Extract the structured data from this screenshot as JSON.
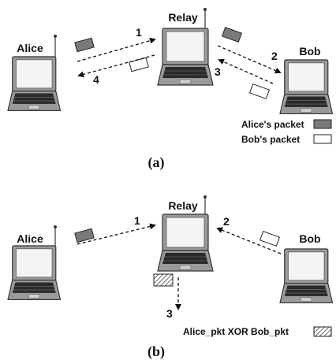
{
  "panel_a": {
    "alice_label": "Alice",
    "relay_label": "Relay",
    "bob_label": "Bob",
    "step1": "1",
    "step2": "2",
    "step3": "3",
    "step4": "4",
    "legend_alice": "Alice's packet",
    "legend_bob": "Bob's packet",
    "caption": "(a)"
  },
  "panel_b": {
    "alice_label": "Alice",
    "relay_label": "Relay",
    "bob_label": "Bob",
    "step1": "1",
    "step2": "2",
    "step3": "3",
    "legend_xor": "Alice_pkt XOR Bob_pkt",
    "caption": "(b)"
  },
  "colors": {
    "alice_packet": "#7a7a7a",
    "bob_packet": "#ffffff",
    "laptop_body": "#9a9a9a",
    "keyboard": "#2a2a2a"
  }
}
